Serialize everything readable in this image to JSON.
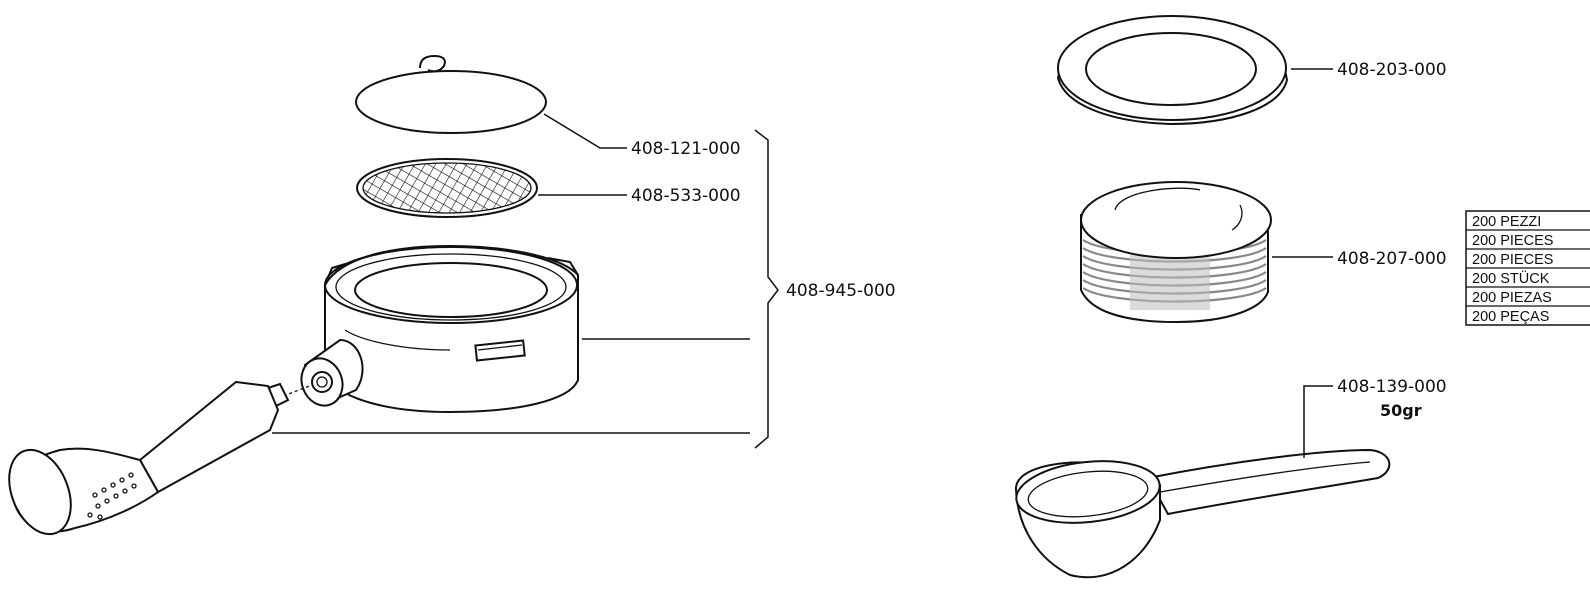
{
  "labels": {
    "spring": "408-121-000",
    "filter_screen": "408-533-000",
    "portafilter_assembly": "408-945-000",
    "gasket": "408-203-000",
    "paper_filters": "408-207-000",
    "measuring_scoop": "408-139-000",
    "scoop_capacity": "50gr"
  },
  "quantity_table": {
    "rows": [
      "200 PEZZI",
      "200 PIECES",
      "200 PIECES",
      "200 STÜCK",
      "200 PIEZAS",
      "200 PEÇAS"
    ]
  }
}
